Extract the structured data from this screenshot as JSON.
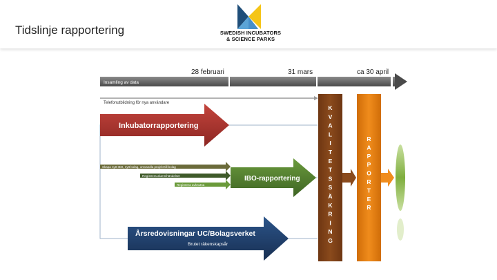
{
  "header": {
    "title": "Tidslinje rapportering",
    "logo": {
      "icon": "swedish-incubators-logo-icon",
      "line1": "SWEDISH INCUBATORS",
      "line2": "& SCIENCE PARKS",
      "colors": {
        "blue_dark": "#1f4e79",
        "blue_light": "#5ba4d6",
        "yellow": "#f5c518"
      }
    }
  },
  "timeline": {
    "dates": [
      "28 februari",
      "31 mars",
      "ca 30 april"
    ],
    "insamling_label": "Insamling av data",
    "telefon_label": "Telefonutbildning  för nya användare"
  },
  "arrows": {
    "inkubator": {
      "label": "Inkubatorrapportering",
      "color": "#a8322d"
    },
    "ibo": {
      "label": "IBO-rapportering",
      "color": "#4f7a2e"
    },
    "arsredovisning": {
      "label": "Årsredovisningar UC/Bolagsverket",
      "sublabel": "Brutet räkenskapsår",
      "color": "#1f3e6b"
    },
    "small": [
      {
        "label": "Skapa nytt IBO, nytt bolag, omvandla projekt till bolag",
        "color": "#6b6b3a"
      },
      {
        "label": "Registrera alumnihändelser",
        "color": "#3f5a2a"
      },
      {
        "label": "Registrera avknutna",
        "color": "#6a9a3a"
      }
    ]
  },
  "columns": {
    "kvalitet": {
      "letters": [
        "K",
        "V",
        "A",
        "L",
        "I",
        "T",
        "E",
        "T",
        "S",
        "S",
        "Ä",
        "K",
        "R",
        "I",
        "N",
        "G"
      ],
      "color": "#7a3f16"
    },
    "rapporter": {
      "letters": [
        "R",
        "A",
        "P",
        "P",
        "O",
        "R",
        "T",
        "E",
        "R"
      ],
      "color": "#e07d10"
    },
    "ellipse_color": "#8db84a"
  }
}
